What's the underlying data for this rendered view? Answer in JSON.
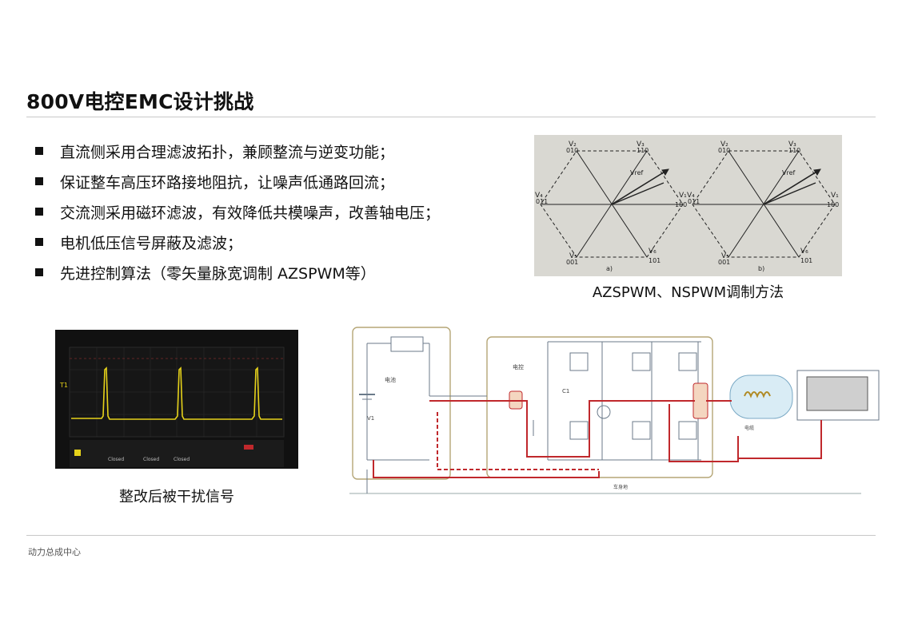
{
  "slide": {
    "title": "800V电控EMC设计挑战",
    "bullets": [
      "直流侧采用合理滤波拓扑，兼顾整流与逆变功能；",
      "保证整车高压环路接地阻抗，让噪声低通路回流；",
      "交流测采用磁环滤波，有效降低共模噪声，改善轴电压；",
      "电机低压信号屏蔽及滤波；",
      "先进控制算法（零矢量脉宽调制 AZSPWM等）"
    ],
    "footer": "动力总成中心"
  },
  "figure_hexagon": {
    "caption": "AZSPWM、NSPWM调制方法",
    "vectors": [
      {
        "name": "V₂",
        "code": "010"
      },
      {
        "name": "V₃",
        "code": "110"
      },
      {
        "name": "V₄",
        "code": "011"
      },
      {
        "name": "V₁",
        "code": "100"
      },
      {
        "name": "V₅",
        "code": "001"
      },
      {
        "name": "V₆",
        "code": "101"
      }
    ],
    "vref": "Vref",
    "subfig_a": "a)",
    "subfig_b": "b)"
  },
  "figure_scope": {
    "caption": "整改后被干扰信号",
    "channel_label": "T1",
    "status_words": [
      "Closed",
      "Closed",
      "Closed"
    ]
  },
  "figure_circuit": {
    "label_battery": "电池",
    "label_controller": "电控",
    "label_cap": "C1",
    "label_v1": "V1",
    "label_cable": "电缆",
    "label_ground": "车身地"
  },
  "colors": {
    "accent_red": "#c0282c",
    "scope_trace": "#e6d21a",
    "box_border": "#b5a676"
  }
}
